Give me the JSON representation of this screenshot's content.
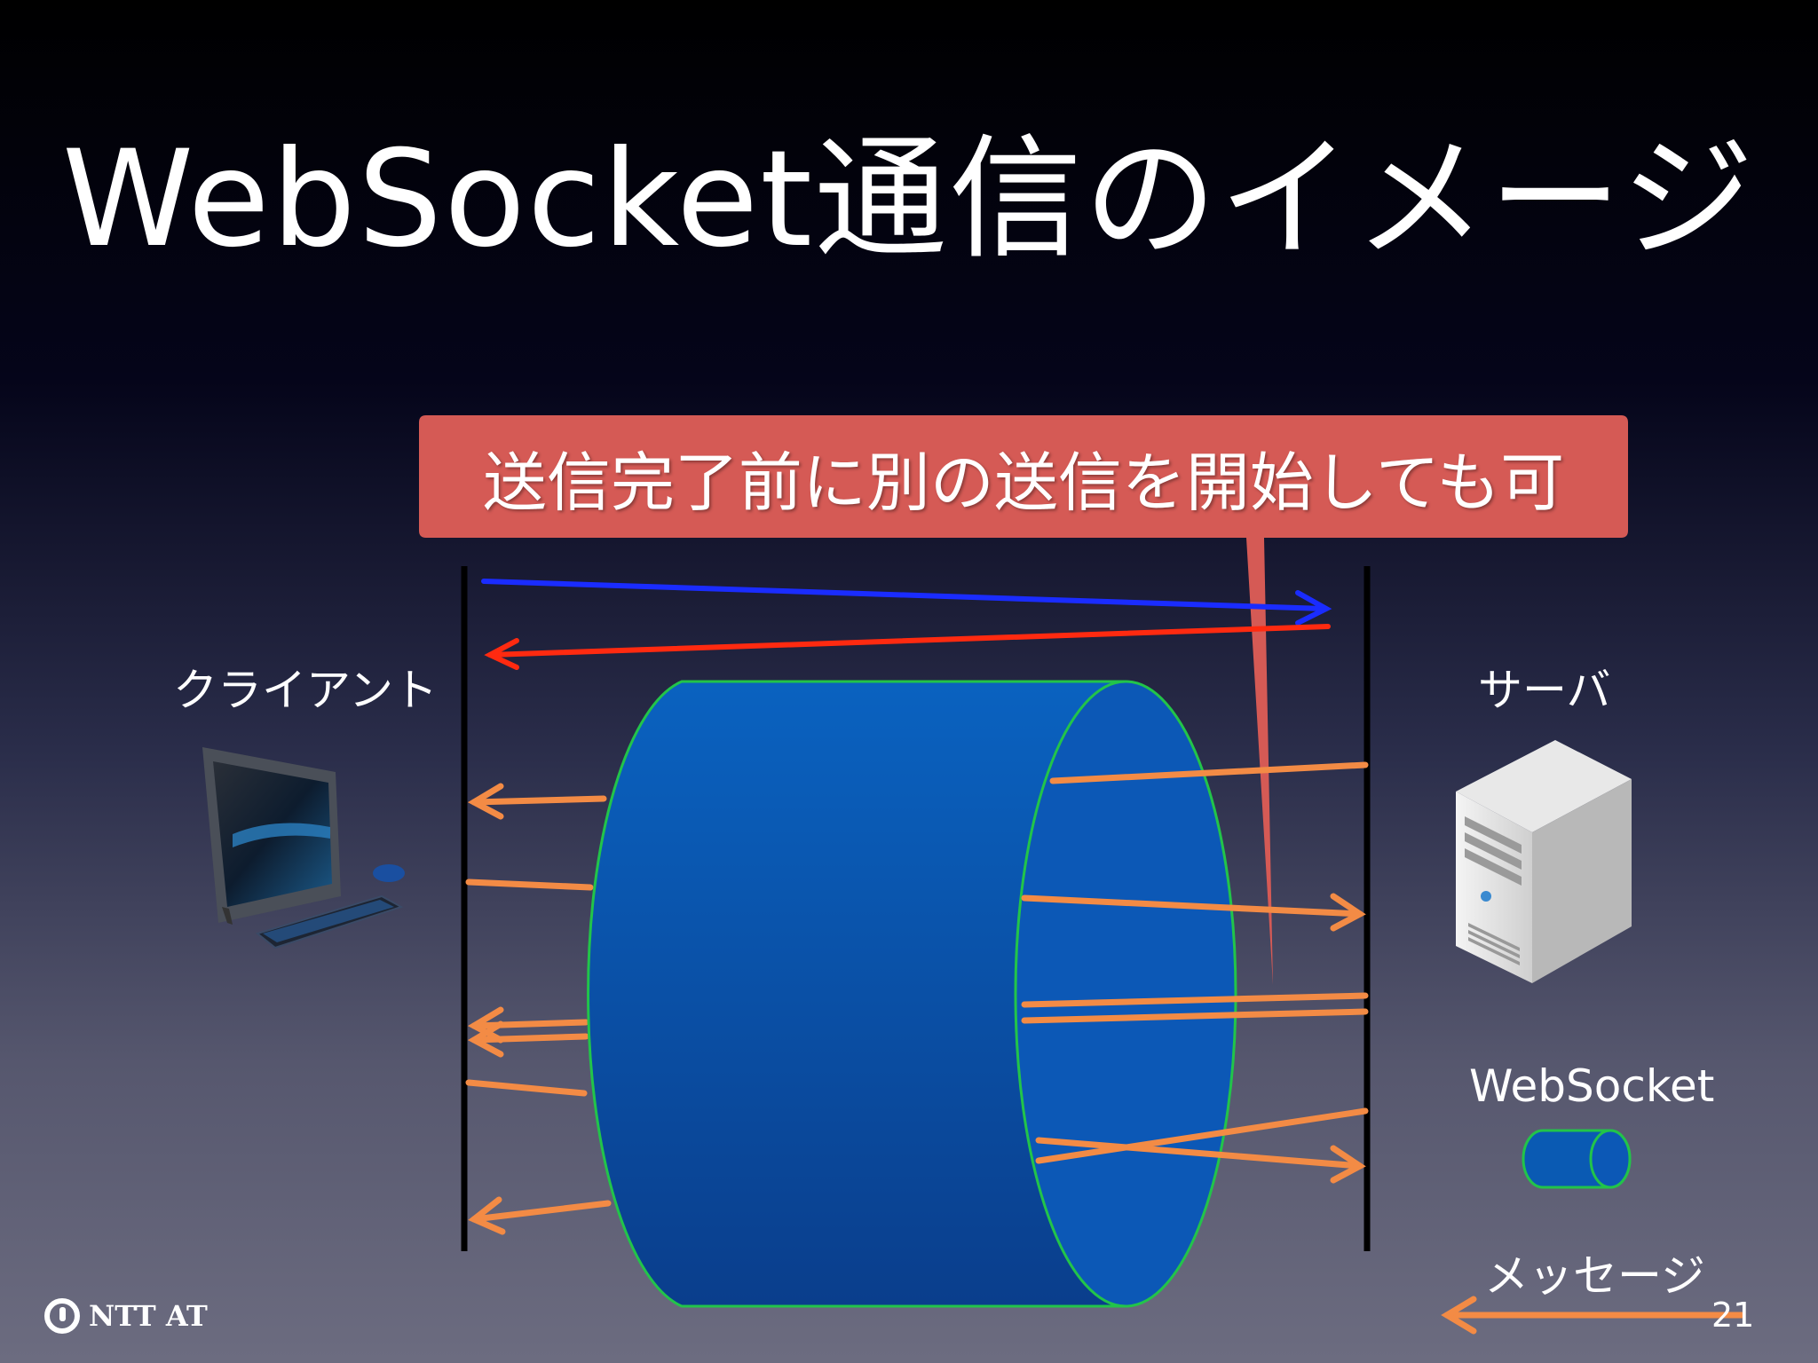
{
  "title": "WebSocket通信のイメージ",
  "callout": "送信完了前に別の送信を開始しても可",
  "labels": {
    "client": "クライアント",
    "server": "サーバ"
  },
  "legend": {
    "websocket": "WebSocket",
    "message": "メッセージ"
  },
  "page_number": "21",
  "logo": "NTT AT",
  "colors": {
    "request_arrow": "#1a2cff",
    "response_arrow": "#ff2a10",
    "message_arrow": "#f38b45",
    "tunnel_fill": "#0a5ab3",
    "tunnel_outline": "#22c44a",
    "callout_fill": "#d55a55"
  },
  "icons": {
    "client": "desktop-computer-icon",
    "server": "server-tower-icon"
  }
}
